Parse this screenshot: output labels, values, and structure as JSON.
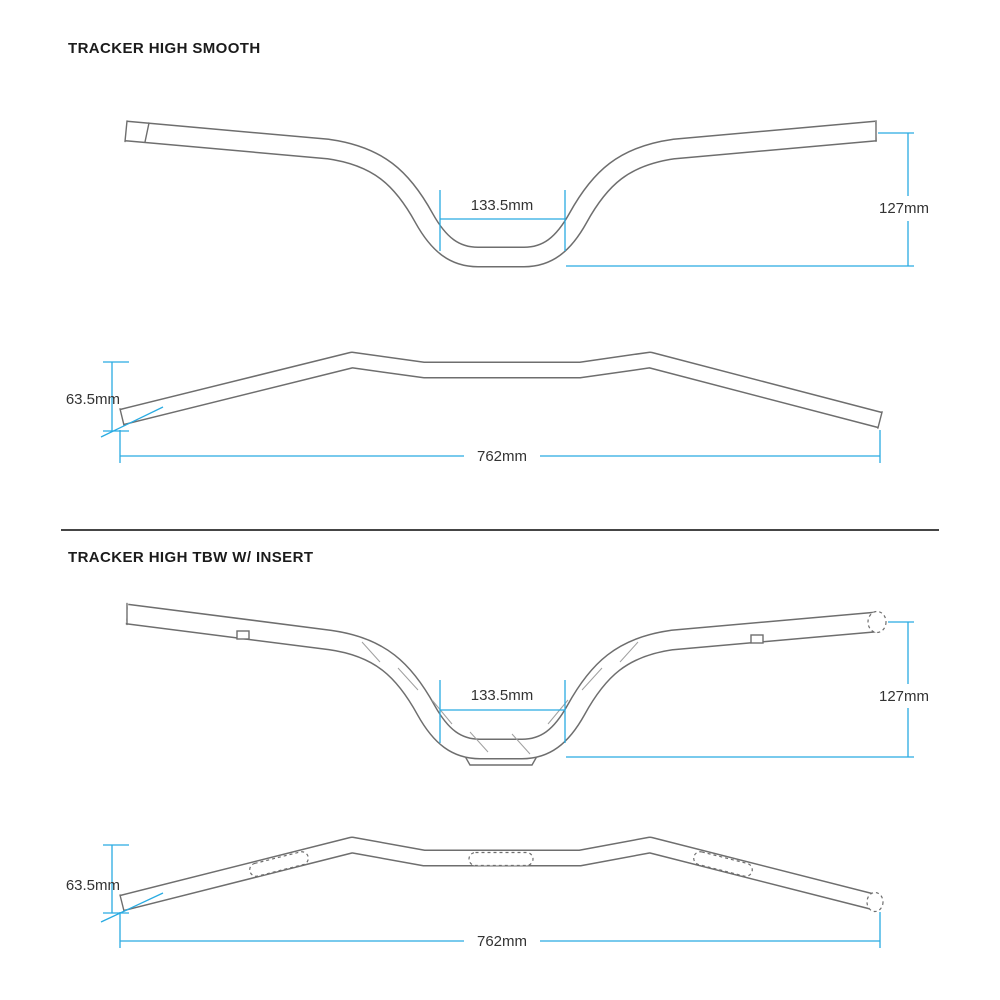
{
  "document": {
    "type": "handlebar-dimension-spec-sheet",
    "background": "#ffffff"
  },
  "colors": {
    "outline": "#6e6e6e",
    "dimension_line": "#29abe2",
    "dimension_text": "#333333",
    "title_text": "#1b1b1b",
    "divider": "#454545"
  },
  "sections": [
    {
      "id": "tracker-high-smooth",
      "title": "TRACKER HIGH SMOOTH",
      "dimensions": {
        "center_clamp_width": "133.5mm",
        "rise": "127mm",
        "pullback": "63.5mm",
        "overall_width": "762mm"
      }
    },
    {
      "id": "tracker-high-tbw-insert",
      "title": "TRACKER HIGH TBW W/ INSERT",
      "dimensions": {
        "center_clamp_width": "133.5mm",
        "rise": "127mm",
        "pullback": "63.5mm",
        "overall_width": "762mm"
      }
    }
  ]
}
